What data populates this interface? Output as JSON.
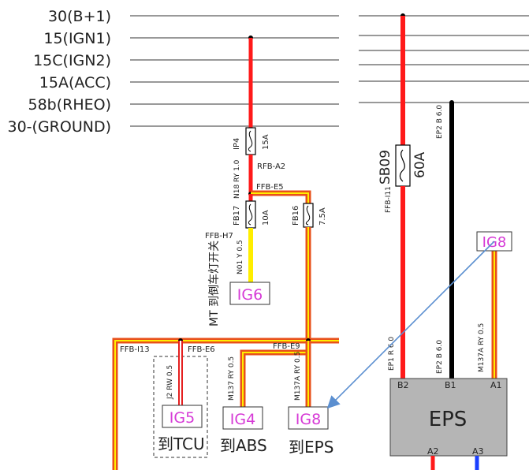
{
  "bus_lines": [
    {
      "label": "30(B+1)"
    },
    {
      "label": "15(IGN1)"
    },
    {
      "label": "15C(IGN2)"
    },
    {
      "label": "15A(ACC)"
    },
    {
      "label": "58b(RHEO)"
    },
    {
      "label": "30-(GROUND)"
    }
  ],
  "fuses": {
    "ip4": {
      "id": "IP4",
      "rating": "15A"
    },
    "fb17": {
      "id": "FB17",
      "rating": "10A"
    },
    "fb16": {
      "id": "FB16",
      "rating": "7.5A"
    },
    "sb09": {
      "id": "SB09",
      "rating": "60A"
    }
  },
  "connectors": {
    "rfb_a2": "RFB-A2",
    "ffb_e5": "FFB-E5",
    "ffb_h7": "FFB-H7",
    "ffb_i13": "FFB-I13",
    "ffb_e6": "FFB-E6",
    "ffb_e9": "FFB-E9",
    "ffb_i11": "FFB-I11"
  },
  "wires": {
    "n18": "N18 RY 1.0",
    "n01": "N01 Y 0.5",
    "j2": "J2 RW 0.5",
    "m137_abs": "M137 RY 0.5",
    "m137_eps": "M137A RY 0.5",
    "ep1": "EP1 R 6.0",
    "ep2_top": "EP2 B 6.0",
    "ep2_bot": "EP2 B 6.0",
    "m137_right": "M137A RY 0.5"
  },
  "ig_tags": {
    "ig6": "IG6",
    "ig5": "IG5",
    "ig4": "IG4",
    "ig8_bottom": "IG8",
    "ig8_right": "IG8"
  },
  "destinations": {
    "mt_label": "MT 到倒车灯开关",
    "tcu": "到TCU",
    "abs": "到ABS",
    "eps": "到EPS"
  },
  "eps_module": {
    "title": "EPS",
    "pins": {
      "b2": "B2",
      "b1": "B1",
      "a1": "A1",
      "a2": "A2",
      "a3": "A3"
    }
  },
  "colors": {
    "red_wire": "#ff1a1a",
    "yellow_wire": "#ffee00",
    "orange_wire": "#e8501a",
    "black_wire": "#000000",
    "blue_wire": "#1a3fff",
    "ig_text": "#d63ad6",
    "eps_fill": "#b5b5b5",
    "arrow": "#5b8fd0"
  }
}
